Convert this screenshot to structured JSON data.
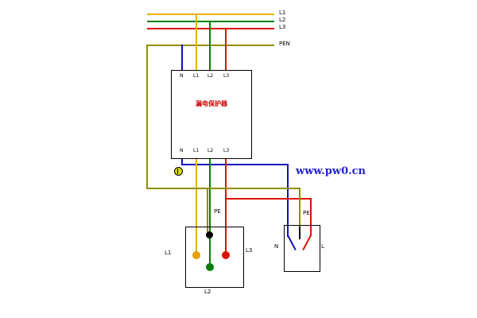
{
  "bus": {
    "labels": [
      "L1",
      "L2",
      "L3",
      "PEN"
    ]
  },
  "breaker": {
    "label": "漏电保护器",
    "terminals_top": [
      "N",
      "L1",
      "L2",
      "L3"
    ],
    "terminals_bottom": [
      "N",
      "L1",
      "L2",
      "L3"
    ]
  },
  "three_phase_socket": {
    "pe_label": "PE",
    "l1_label": "L1",
    "l2_label": "L2",
    "l3_label": "L3"
  },
  "single_phase_socket": {
    "pe_label": "PE",
    "n_label": "N",
    "l_label": "L"
  },
  "watermark": {
    "text": "www.pw0.cn",
    "color": "#2222cc"
  },
  "colors": {
    "phase_l1": "#e8b000",
    "phase_l2": "#008000",
    "phase_l3": "#dd1100",
    "pen": "#8f8f00",
    "neutral": "#1111bb",
    "pe_terminal": "#000000",
    "breaker_label": "#cc0000",
    "background": "#ffffff"
  }
}
